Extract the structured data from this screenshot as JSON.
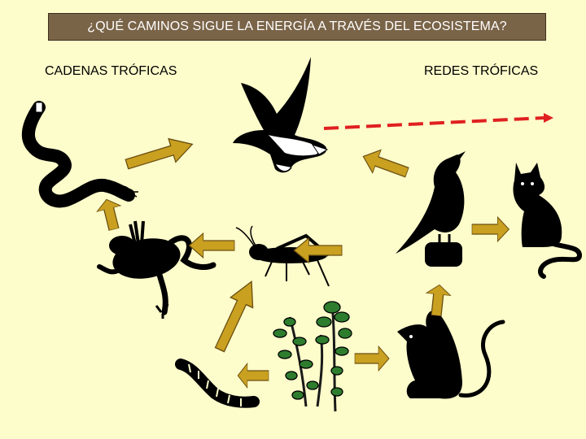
{
  "title": "¿QUÉ CAMINOS SIGUE LA ENERGÍA A TRAVÉS DEL ECOSISTEMA?",
  "left_label": "CADENAS TRÓFICAS",
  "right_label": "REDES TRÓFICAS",
  "colors": {
    "background": "#fdfccb",
    "title_bar": "#7a6448",
    "arrow_fill": "#c9a020",
    "arrow_stroke": "#6b4f12",
    "dashed_arrow": "#e02020",
    "silhouette": "#000000",
    "plant_green": "#2e7d2e"
  },
  "organisms": [
    "snake-icon",
    "eagle-icon",
    "frog-icon",
    "grasshopper-icon",
    "caterpillar-icon",
    "plant-icon",
    "bird-icon",
    "cat-icon",
    "mouse-icon"
  ]
}
